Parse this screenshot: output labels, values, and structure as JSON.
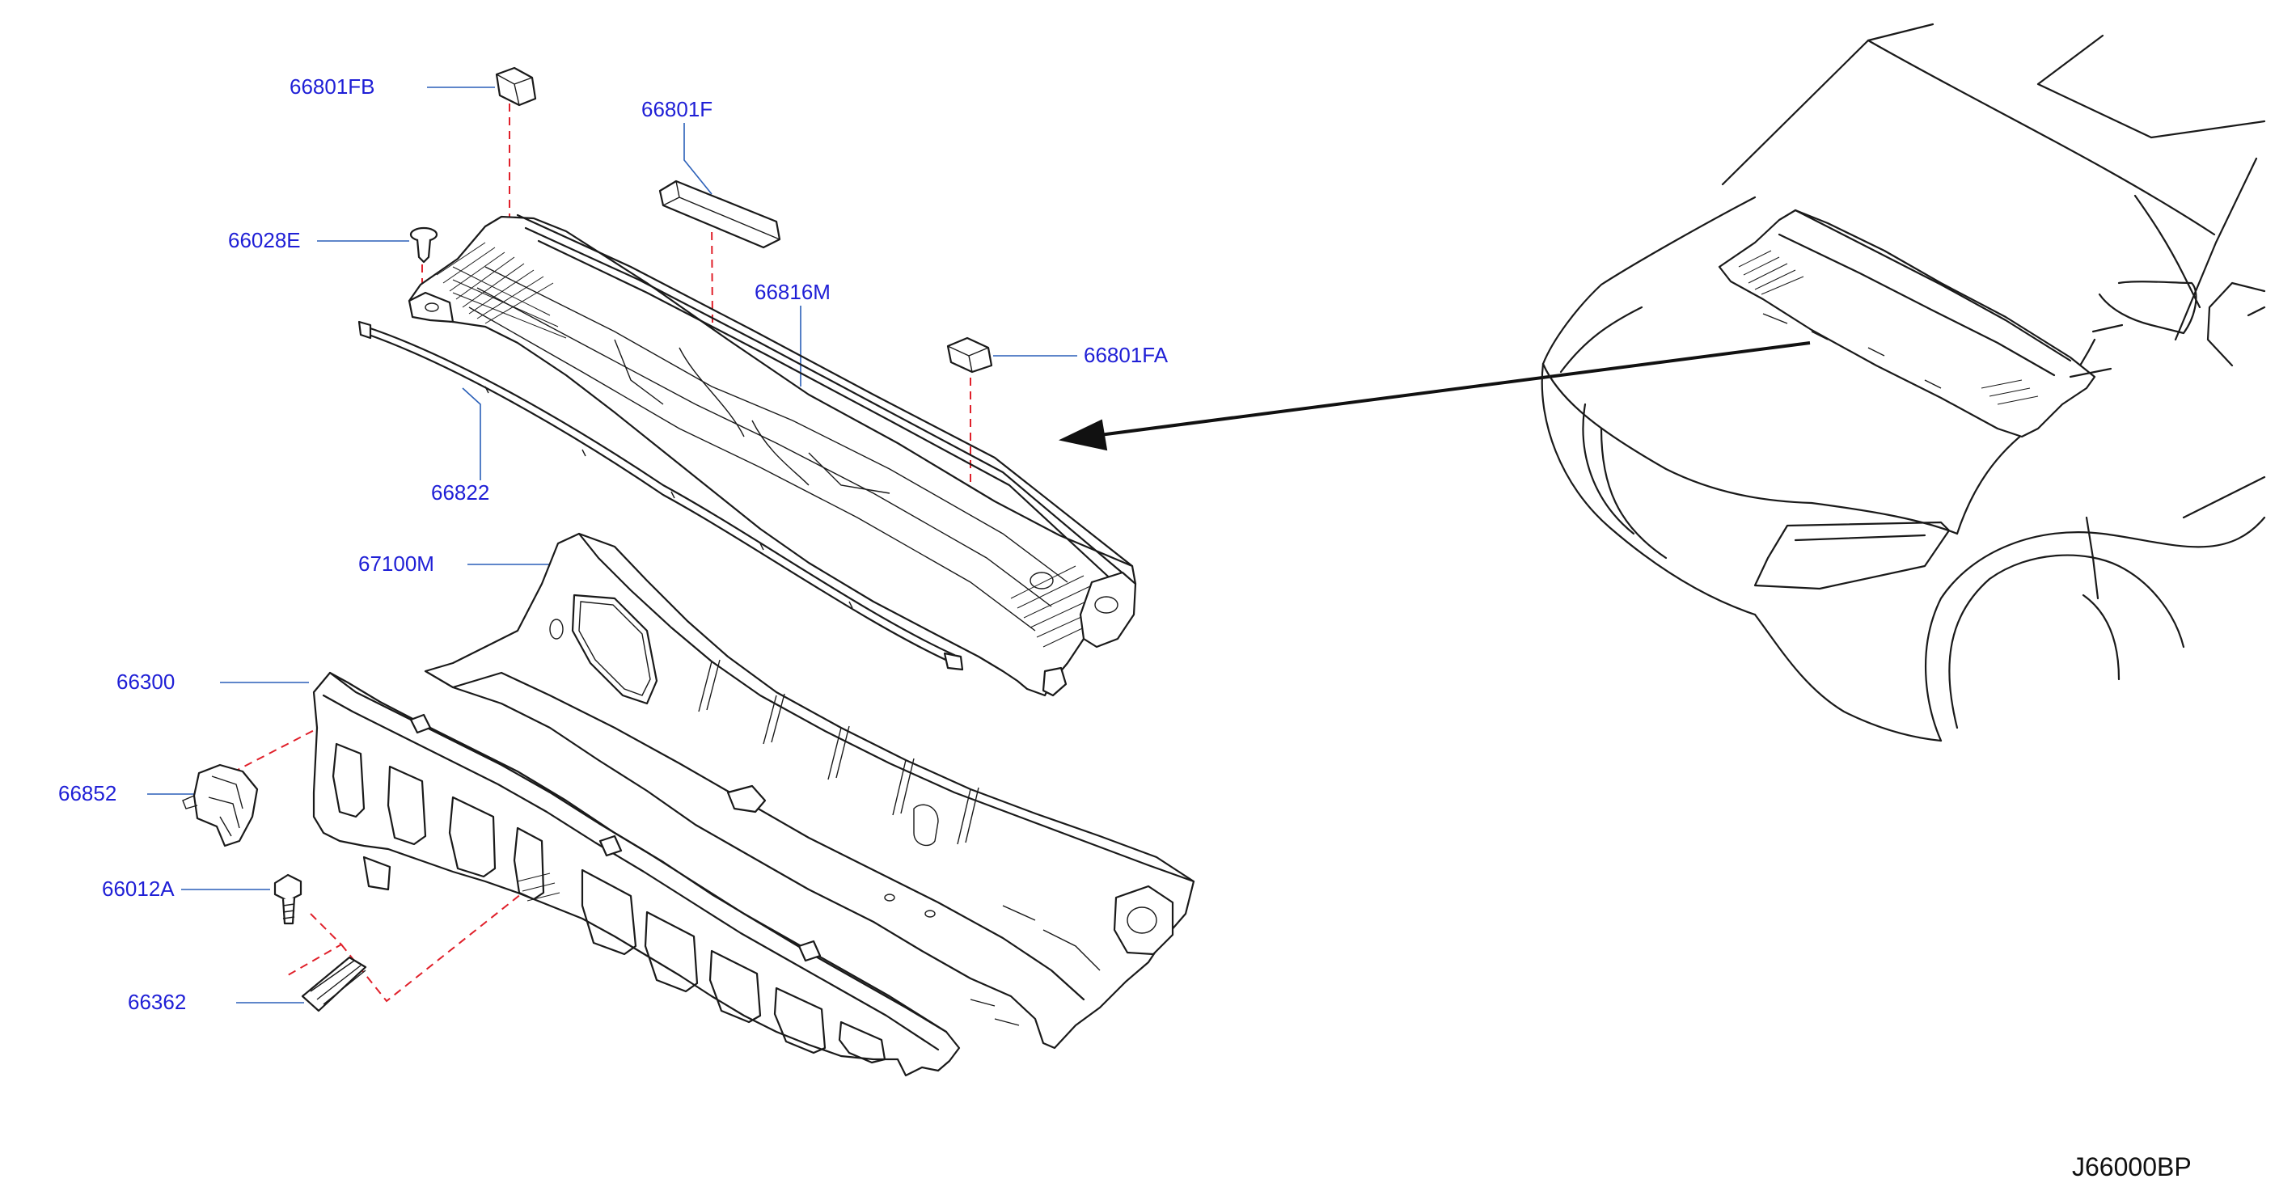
{
  "labels": {
    "p66801FB": "66801FB",
    "p66801F": "66801F",
    "p66028E": "66028E",
    "p66816M": "66816M",
    "p66801FA": "66801FA",
    "p66822": "66822",
    "p67100M": "67100M",
    "p66300": "66300",
    "p66852": "66852",
    "p66012A": "66012A",
    "p66362": "66362"
  },
  "diagram_code": "J66000BP",
  "colors": {
    "callout_text": "#1f1fd6",
    "leader_line": "#2a5fb8",
    "dashed_guide": "#e0202a",
    "linework": "#1a1a1a"
  }
}
